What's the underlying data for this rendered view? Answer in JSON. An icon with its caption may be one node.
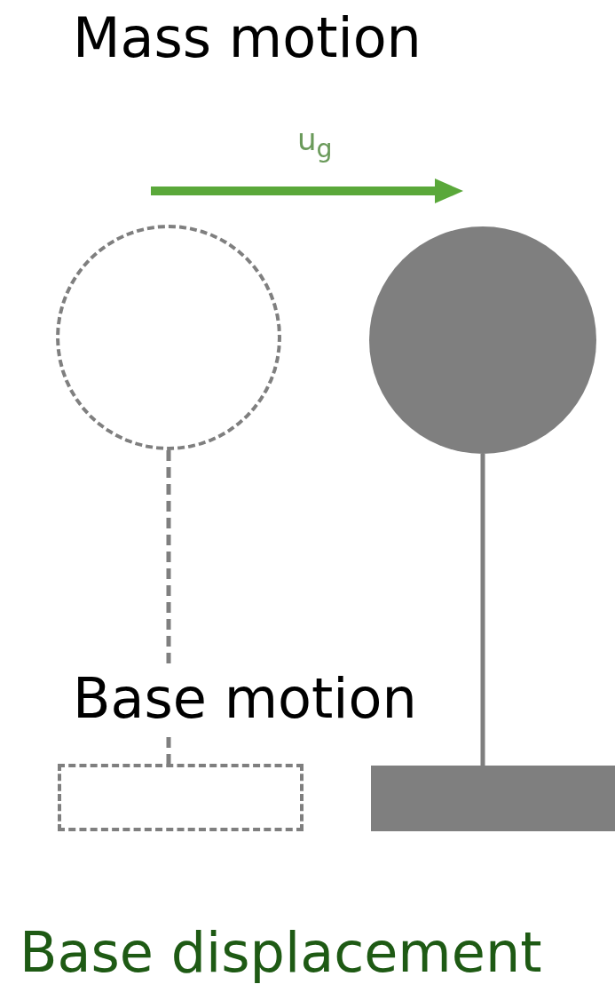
{
  "diagram": {
    "caption": "Base displacement",
    "nodes": [
      {
        "text": [],
        "shape": "circle"
      },
      {
        "text": [],
        "shape": "box"
      },
      {
        "text": [],
        "shape": "circle"
      },
      {
        "text": [],
        "shape": "bar"
      }
    ],
    "edges": [
      {
        "from": 0,
        "to": 1,
        "arrow": "none",
        "style": "dashed"
      },
      {
        "from": 2,
        "to": 3,
        "arrow": "none"
      }
    ],
    "labels": [
      "Mass motion",
      "u$_{g}$",
      "Base motion"
    ]
  }
}
